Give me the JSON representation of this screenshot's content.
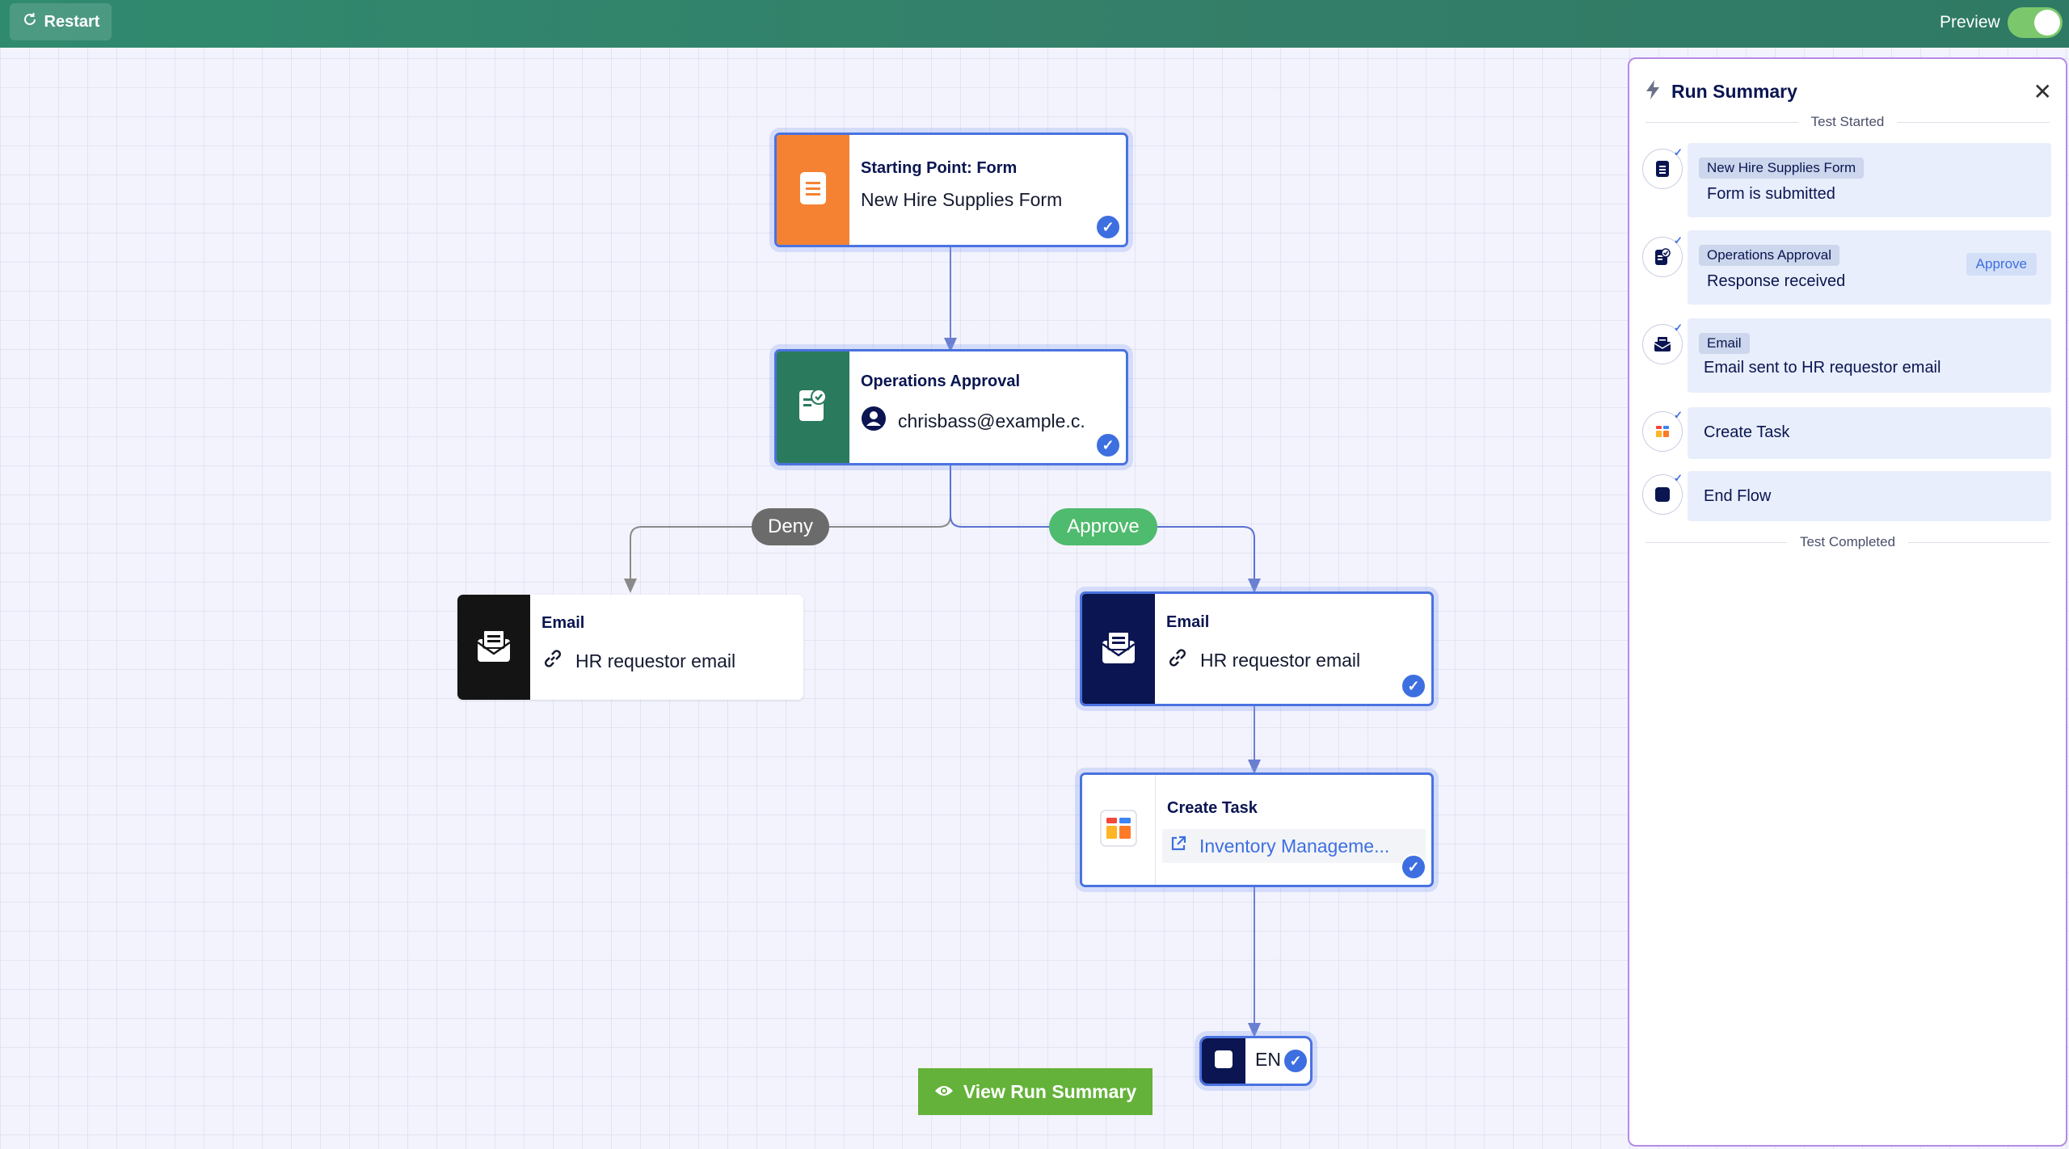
{
  "topbar": {
    "restart_label": "Restart",
    "preview_label": "Preview",
    "preview_enabled": true
  },
  "flow": {
    "start": {
      "title": "Starting Point: Form",
      "subtitle": "New Hire Supplies Form"
    },
    "approval": {
      "title": "Operations Approval",
      "subtitle": "chrisbass@example.c."
    },
    "deny_label": "Deny",
    "approve_label": "Approve",
    "email_deny": {
      "title": "Email",
      "subtitle": "HR requestor email"
    },
    "email_approve": {
      "title": "Email",
      "subtitle": "HR requestor email"
    },
    "task": {
      "title": "Create Task",
      "subtitle": "Inventory Manageme..."
    },
    "end": {
      "label": "EN"
    }
  },
  "view_run_summary_label": "View Run Summary",
  "colors": {
    "start_node": "#f58233",
    "approval_node": "#2a7a5e",
    "email_deny_node": "#141414",
    "email_approve_node": "#0a1551",
    "deny_pill": "#6b6b6b",
    "approve_pill": "#4fbb6e",
    "accent_blue": "#3d6fe0",
    "button_green": "#64b23a"
  },
  "panel": {
    "title": "Run Summary",
    "test_started": "Test Started",
    "test_completed": "Test Completed",
    "steps": [
      {
        "tag": "New Hire Supplies Form",
        "text": "Form is submitted",
        "icon": "form-icon"
      },
      {
        "tag": "Operations Approval",
        "text": "Response received",
        "action": "Approve",
        "icon": "approval-icon"
      },
      {
        "tag": "Email",
        "text": "Email sent to HR requestor email",
        "icon": "email-icon"
      },
      {
        "text": "Create Task",
        "icon": "task-icon"
      },
      {
        "text": "End Flow",
        "icon": "end-icon"
      }
    ]
  }
}
